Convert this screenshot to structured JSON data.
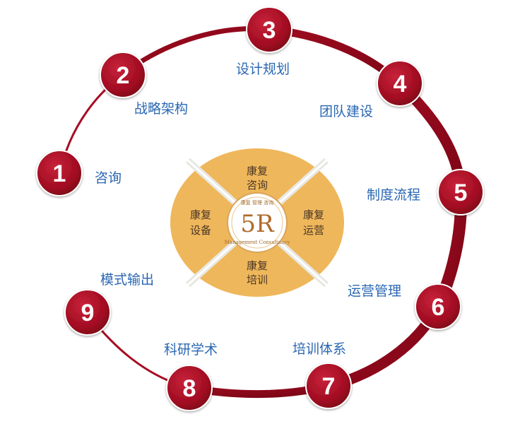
{
  "steps": [
    {
      "number": "1",
      "label": "咨询"
    },
    {
      "number": "2",
      "label": "战略架构"
    },
    {
      "number": "3",
      "label": "设计规划"
    },
    {
      "number": "4",
      "label": "团队建设"
    },
    {
      "number": "5",
      "label": "制度流程"
    },
    {
      "number": "6",
      "label": "运营管理"
    },
    {
      "number": "7",
      "label": "培训体系"
    },
    {
      "number": "8",
      "label": "科研学术"
    },
    {
      "number": "9",
      "label": "模式输出"
    }
  ],
  "center": {
    "quadrants": [
      {
        "line1": "康复",
        "line2": "咨询"
      },
      {
        "line1": "康复",
        "line2": "运营"
      },
      {
        "line1": "康复",
        "line2": "培训"
      },
      {
        "line1": "康复",
        "line2": "设备"
      }
    ],
    "emblem": {
      "text": "5R",
      "top": "康复 管理 咨询",
      "bottom": "Management Consultancy"
    }
  },
  "colors": {
    "ring": "#a50d22",
    "ring_dark": "#6e0614",
    "badge": "#a80f25",
    "label": "#2a67b2",
    "quadrant": "#efb75b",
    "divider": "#e8e8e2"
  }
}
